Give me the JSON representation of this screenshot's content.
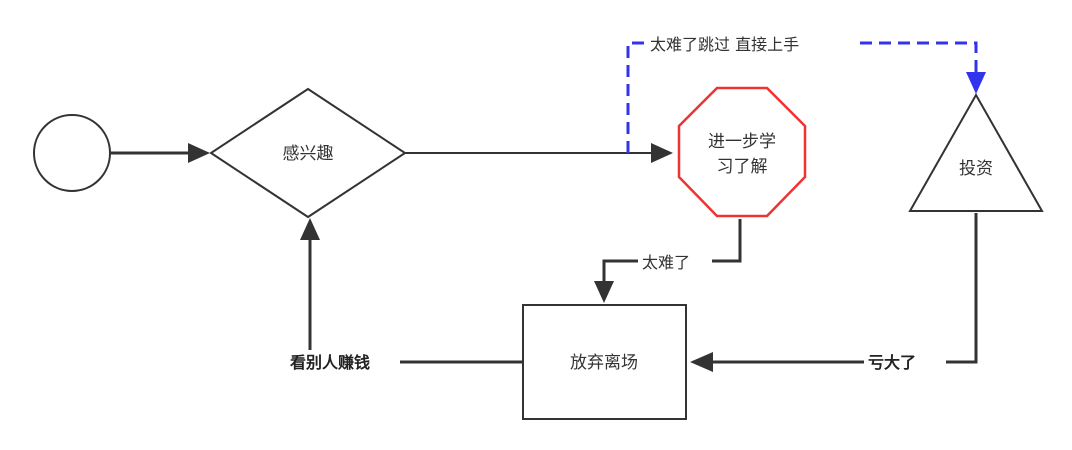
{
  "nodes": {
    "start": "",
    "interest": "感兴趣",
    "learn_line1": "进一步学",
    "learn_line2": "习了解",
    "invest": "投资",
    "quit": "放弃离场"
  },
  "edges": {
    "skip": "太难了跳过 直接上手",
    "too_hard": "太难了",
    "lost_big": "亏大了",
    "see_others_earn": "看别人赚钱"
  },
  "colors": {
    "line": "#333333",
    "dashed_arrow": "#3333ee",
    "octagon_border": "#ee3333"
  }
}
